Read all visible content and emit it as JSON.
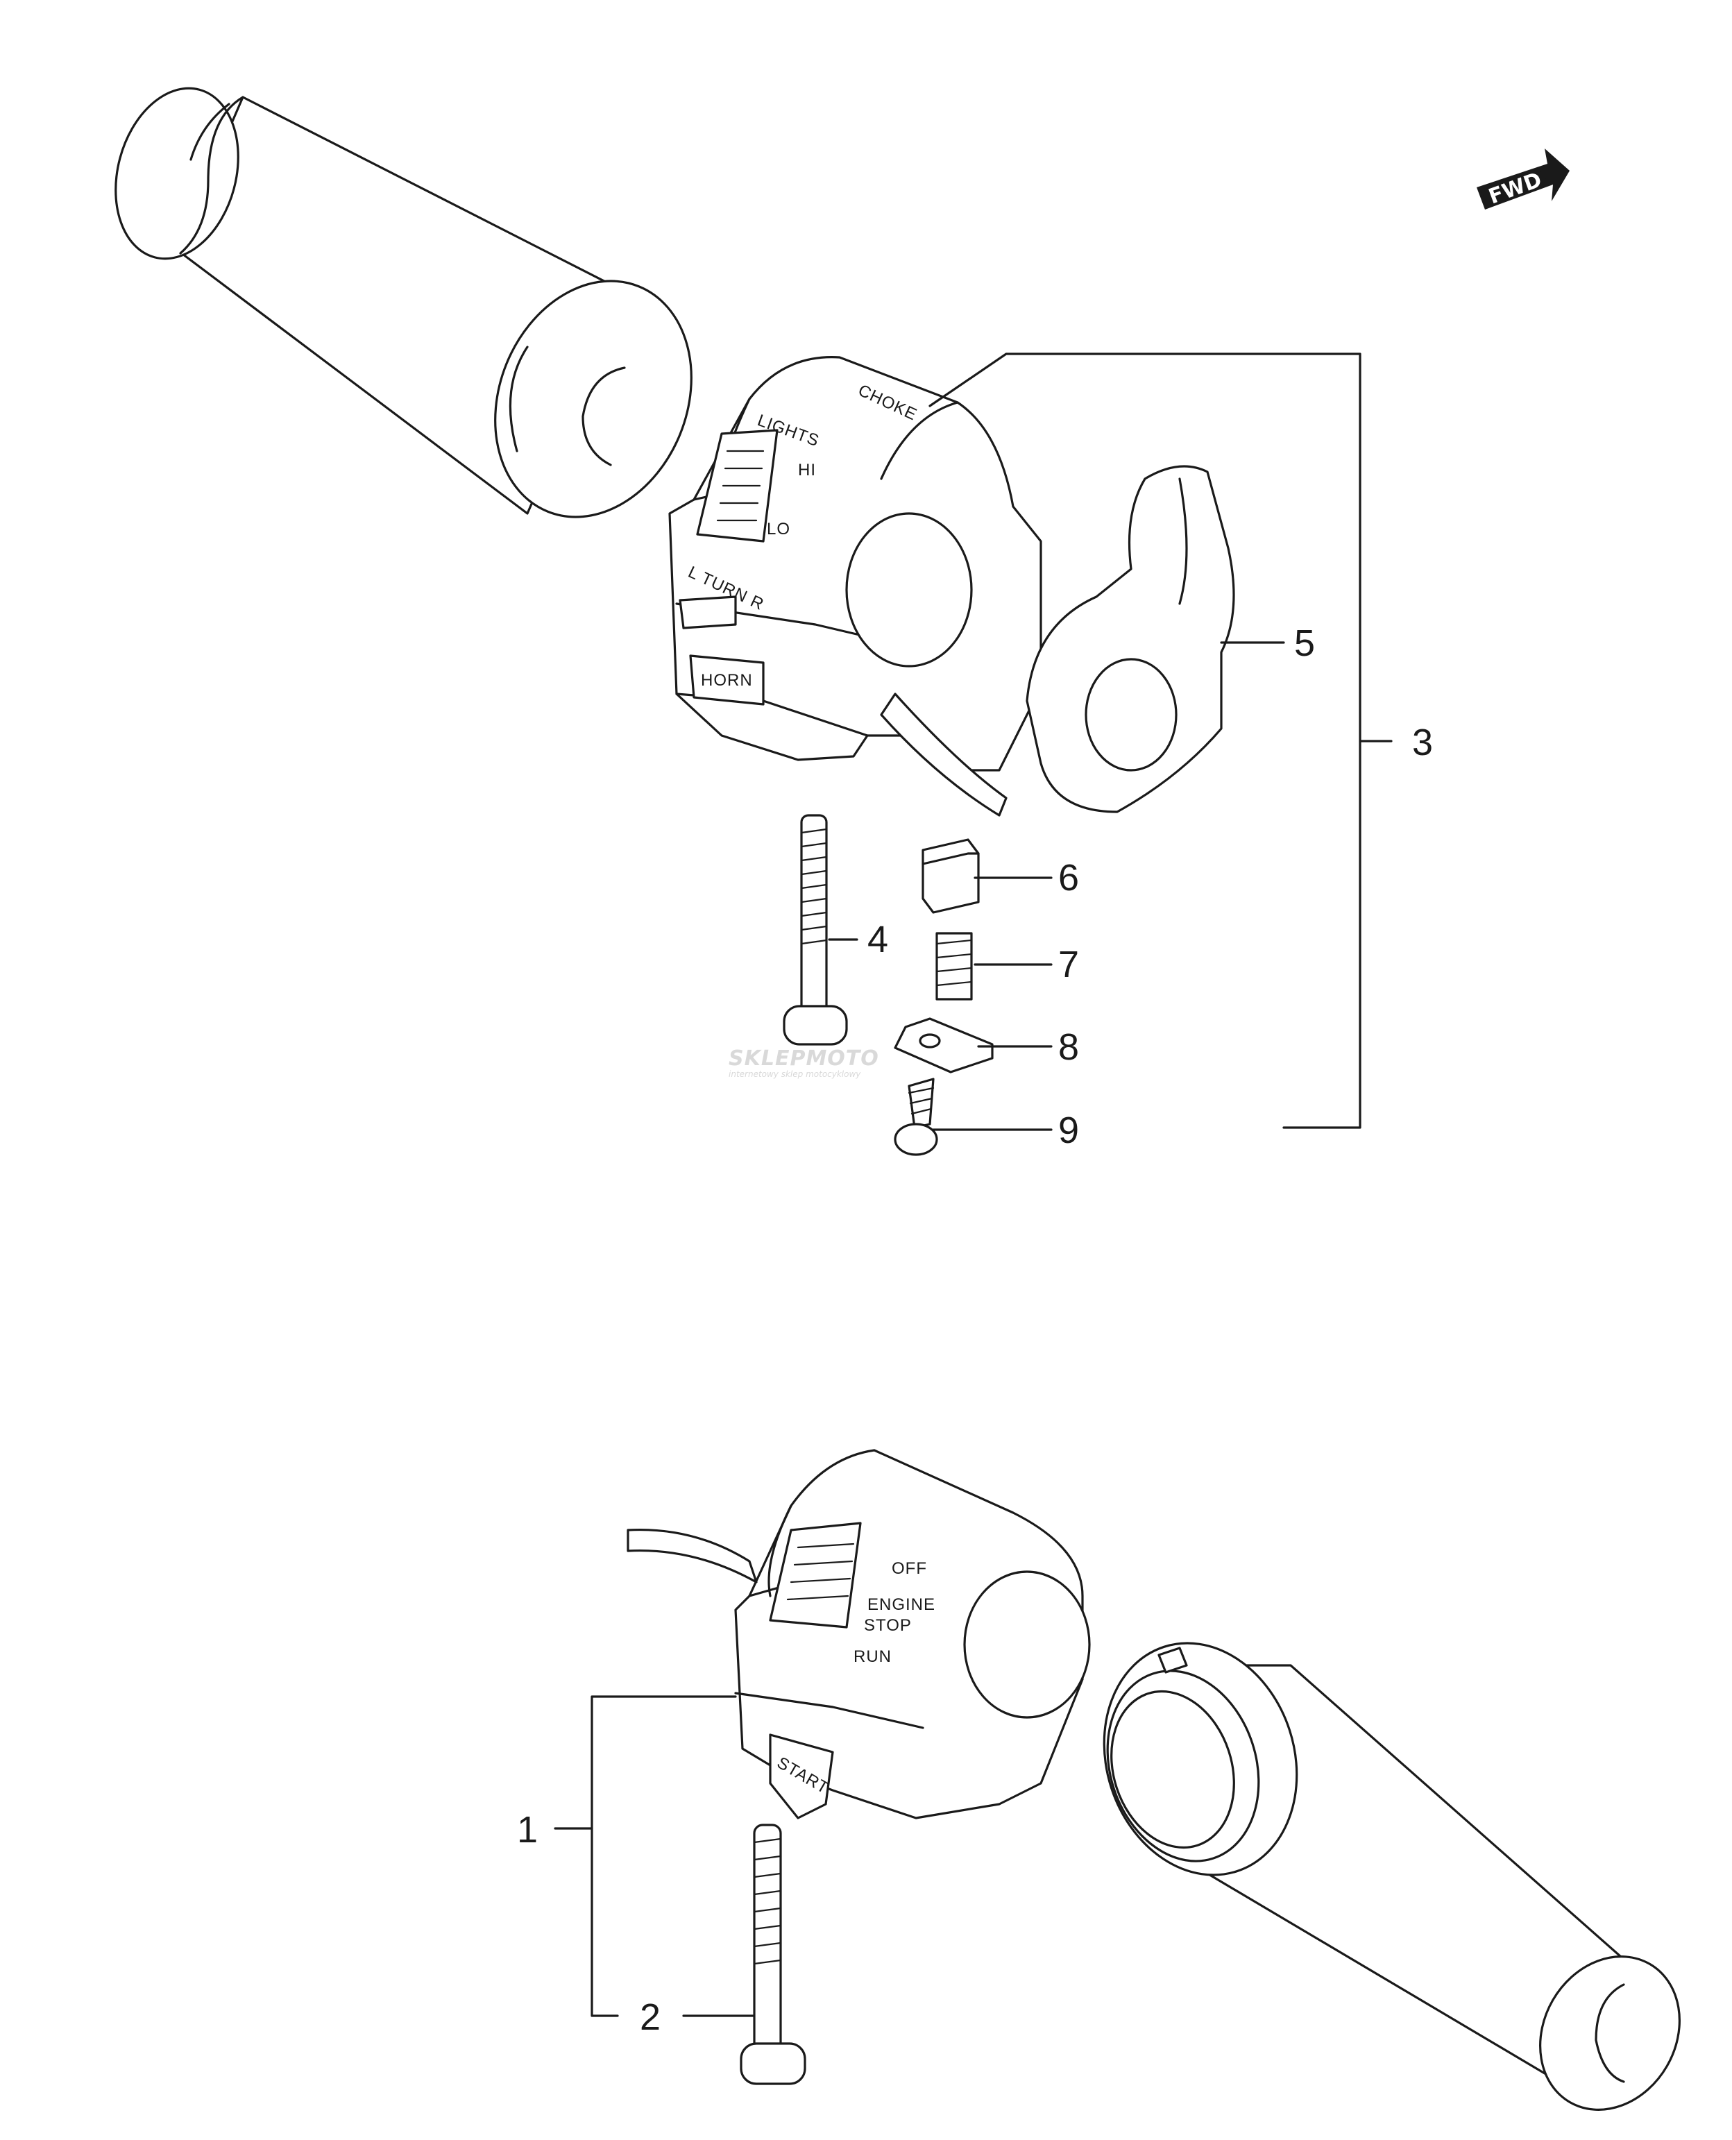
{
  "diagram": {
    "fwd_badge": "FWD",
    "watermark": {
      "brand": "SKLEPMOTO",
      "tagline": "internetowy sklep motocyklowy"
    },
    "left_switch_markings": {
      "lights": "LIGHTS",
      "choke": "CHOKE",
      "hi": "HI",
      "lo": "LO",
      "turn": "L TURN R",
      "horn": "HORN"
    },
    "right_switch_markings": {
      "off": "OFF",
      "engine": "ENGINE",
      "stop": "STOP",
      "run": "RUN",
      "start": "START"
    },
    "callouts": [
      {
        "id": "1",
        "label": "1"
      },
      {
        "id": "2",
        "label": "2"
      },
      {
        "id": "3",
        "label": "3"
      },
      {
        "id": "4",
        "label": "4"
      },
      {
        "id": "5",
        "label": "5"
      },
      {
        "id": "6",
        "label": "6"
      },
      {
        "id": "7",
        "label": "7"
      },
      {
        "id": "8",
        "label": "8"
      },
      {
        "id": "9",
        "label": "9"
      }
    ]
  }
}
